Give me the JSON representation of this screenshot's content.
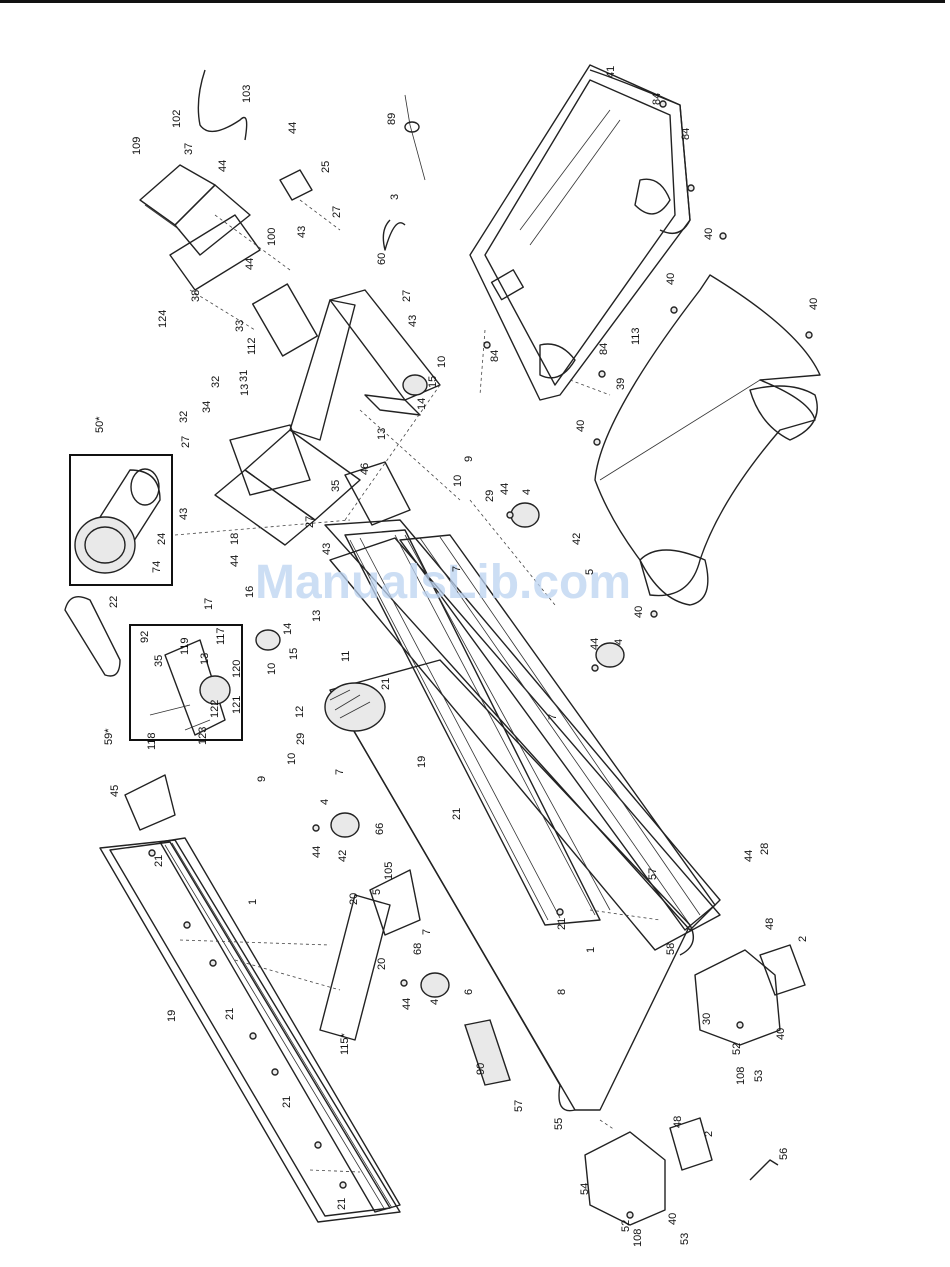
{
  "watermark": "ManualsLib.com",
  "labels": [
    {
      "id": "l102",
      "text": "102"
    },
    {
      "id": "l103",
      "text": "103"
    },
    {
      "id": "l109",
      "text": "109"
    },
    {
      "id": "l37",
      "text": "37"
    },
    {
      "id": "l44a",
      "text": "44"
    },
    {
      "id": "l38",
      "text": "38"
    },
    {
      "id": "l44b",
      "text": "44"
    },
    {
      "id": "l25",
      "text": "25"
    },
    {
      "id": "l27a",
      "text": "27"
    },
    {
      "id": "l43a",
      "text": "43"
    },
    {
      "id": "l100",
      "text": "100"
    },
    {
      "id": "l44c",
      "text": "44"
    },
    {
      "id": "l89",
      "text": "89"
    },
    {
      "id": "l3",
      "text": "3"
    },
    {
      "id": "l60",
      "text": "60"
    },
    {
      "id": "l41",
      "text": "41"
    },
    {
      "id": "l84a",
      "text": "84"
    },
    {
      "id": "l84b",
      "text": "84"
    },
    {
      "id": "l84c",
      "text": "84"
    },
    {
      "id": "l84d",
      "text": "84"
    },
    {
      "id": "l124",
      "text": "124"
    },
    {
      "id": "l33",
      "text": "33"
    },
    {
      "id": "l112",
      "text": "112"
    },
    {
      "id": "l31",
      "text": "31"
    },
    {
      "id": "l13a",
      "text": "13"
    },
    {
      "id": "l32a",
      "text": "32"
    },
    {
      "id": "l34",
      "text": "34"
    },
    {
      "id": "l32b",
      "text": "32"
    },
    {
      "id": "l27b",
      "text": "27"
    },
    {
      "id": "l43b",
      "text": "43"
    },
    {
      "id": "l15a",
      "text": "15"
    },
    {
      "id": "l10a",
      "text": "10"
    },
    {
      "id": "l14a",
      "text": "14"
    },
    {
      "id": "l13b",
      "text": "13"
    },
    {
      "id": "l40a",
      "text": "40"
    },
    {
      "id": "l40b",
      "text": "40"
    },
    {
      "id": "l40c",
      "text": "40"
    },
    {
      "id": "l113",
      "text": "113"
    },
    {
      "id": "l39",
      "text": "39"
    },
    {
      "id": "l40d",
      "text": "40"
    },
    {
      "id": "l50",
      "text": "50*"
    },
    {
      "id": "l27c",
      "text": "27"
    },
    {
      "id": "l43c",
      "text": "43"
    },
    {
      "id": "l24",
      "text": "24"
    },
    {
      "id": "l74",
      "text": "74"
    },
    {
      "id": "l18",
      "text": "18"
    },
    {
      "id": "l35a",
      "text": "35"
    },
    {
      "id": "l27d",
      "text": "27"
    },
    {
      "id": "l43d",
      "text": "43"
    },
    {
      "id": "l46",
      "text": "46"
    },
    {
      "id": "l9a",
      "text": "9"
    },
    {
      "id": "l10b",
      "text": "10"
    },
    {
      "id": "l29a",
      "text": "29"
    },
    {
      "id": "l44d",
      "text": "44"
    },
    {
      "id": "l4a",
      "text": "4"
    },
    {
      "id": "l42a",
      "text": "42"
    },
    {
      "id": "l5a",
      "text": "5"
    },
    {
      "id": "l7a",
      "text": "7"
    },
    {
      "id": "l44e",
      "text": "44"
    },
    {
      "id": "l16",
      "text": "16"
    },
    {
      "id": "l17",
      "text": "17"
    },
    {
      "id": "l14b",
      "text": "14"
    },
    {
      "id": "l13c",
      "text": "13"
    },
    {
      "id": "l15b",
      "text": "15"
    },
    {
      "id": "l10c",
      "text": "10"
    },
    {
      "id": "l40e",
      "text": "40"
    },
    {
      "id": "l22",
      "text": "22"
    },
    {
      "id": "l92",
      "text": "92"
    },
    {
      "id": "l35b",
      "text": "35"
    },
    {
      "id": "l119",
      "text": "119"
    },
    {
      "id": "l13d",
      "text": "13"
    },
    {
      "id": "l117",
      "text": "117"
    },
    {
      "id": "l120",
      "text": "120"
    },
    {
      "id": "l121",
      "text": "121"
    },
    {
      "id": "l122",
      "text": "122"
    },
    {
      "id": "l123",
      "text": "123"
    },
    {
      "id": "l118",
      "text": "118"
    },
    {
      "id": "l59",
      "text": "59*"
    },
    {
      "id": "l11",
      "text": "11"
    },
    {
      "id": "l12",
      "text": "12"
    },
    {
      "id": "l44f",
      "text": "44"
    },
    {
      "id": "l4b",
      "text": "4"
    },
    {
      "id": "l21a",
      "text": "21"
    },
    {
      "id": "l7b",
      "text": "7"
    },
    {
      "id": "l29b",
      "text": "29"
    },
    {
      "id": "l10d",
      "text": "10"
    },
    {
      "id": "l9b",
      "text": "9"
    },
    {
      "id": "l7c",
      "text": "7"
    },
    {
      "id": "l19a",
      "text": "19"
    },
    {
      "id": "l21b",
      "text": "21"
    },
    {
      "id": "l45",
      "text": "45"
    },
    {
      "id": "l4c",
      "text": "4"
    },
    {
      "id": "l44g",
      "text": "44"
    },
    {
      "id": "l66",
      "text": "66"
    },
    {
      "id": "l42b",
      "text": "42"
    },
    {
      "id": "l105",
      "text": "105"
    },
    {
      "id": "l5b",
      "text": "5"
    },
    {
      "id": "l20a",
      "text": "20"
    },
    {
      "id": "l7d",
      "text": "7"
    },
    {
      "id": "l68",
      "text": "68"
    },
    {
      "id": "l20b",
      "text": "20"
    },
    {
      "id": "l4d",
      "text": "4"
    },
    {
      "id": "l44h",
      "text": "44"
    },
    {
      "id": "l115",
      "text": "115*"
    },
    {
      "id": "l21c",
      "text": "21"
    },
    {
      "id": "l1a",
      "text": "1"
    },
    {
      "id": "l19b",
      "text": "19"
    },
    {
      "id": "l21d",
      "text": "21"
    },
    {
      "id": "l21e",
      "text": "21"
    },
    {
      "id": "l21f",
      "text": "21"
    },
    {
      "id": "l90",
      "text": "90"
    },
    {
      "id": "l6",
      "text": "6"
    },
    {
      "id": "l8",
      "text": "8"
    },
    {
      "id": "l57a",
      "text": "57"
    },
    {
      "id": "l21g",
      "text": "21"
    },
    {
      "id": "l1b",
      "text": "1"
    },
    {
      "id": "l58",
      "text": "58"
    },
    {
      "id": "l57b",
      "text": "57"
    },
    {
      "id": "l44i",
      "text": "44"
    },
    {
      "id": "l28",
      "text": "28"
    },
    {
      "id": "l48a",
      "text": "48"
    },
    {
      "id": "l2a",
      "text": "2"
    },
    {
      "id": "l30",
      "text": "30"
    },
    {
      "id": "l52a",
      "text": "52"
    },
    {
      "id": "l40f",
      "text": "40"
    },
    {
      "id": "l108a",
      "text": "108"
    },
    {
      "id": "l53a",
      "text": "53"
    },
    {
      "id": "l55",
      "text": "55"
    },
    {
      "id": "l48b",
      "text": "48"
    },
    {
      "id": "l2b",
      "text": "2"
    },
    {
      "id": "l54",
      "text": "54"
    },
    {
      "id": "l52b",
      "text": "52"
    },
    {
      "id": "l108b",
      "text": "108"
    },
    {
      "id": "l40g",
      "text": "40"
    },
    {
      "id": "l53b",
      "text": "53"
    },
    {
      "id": "l56",
      "text": "56"
    }
  ]
}
